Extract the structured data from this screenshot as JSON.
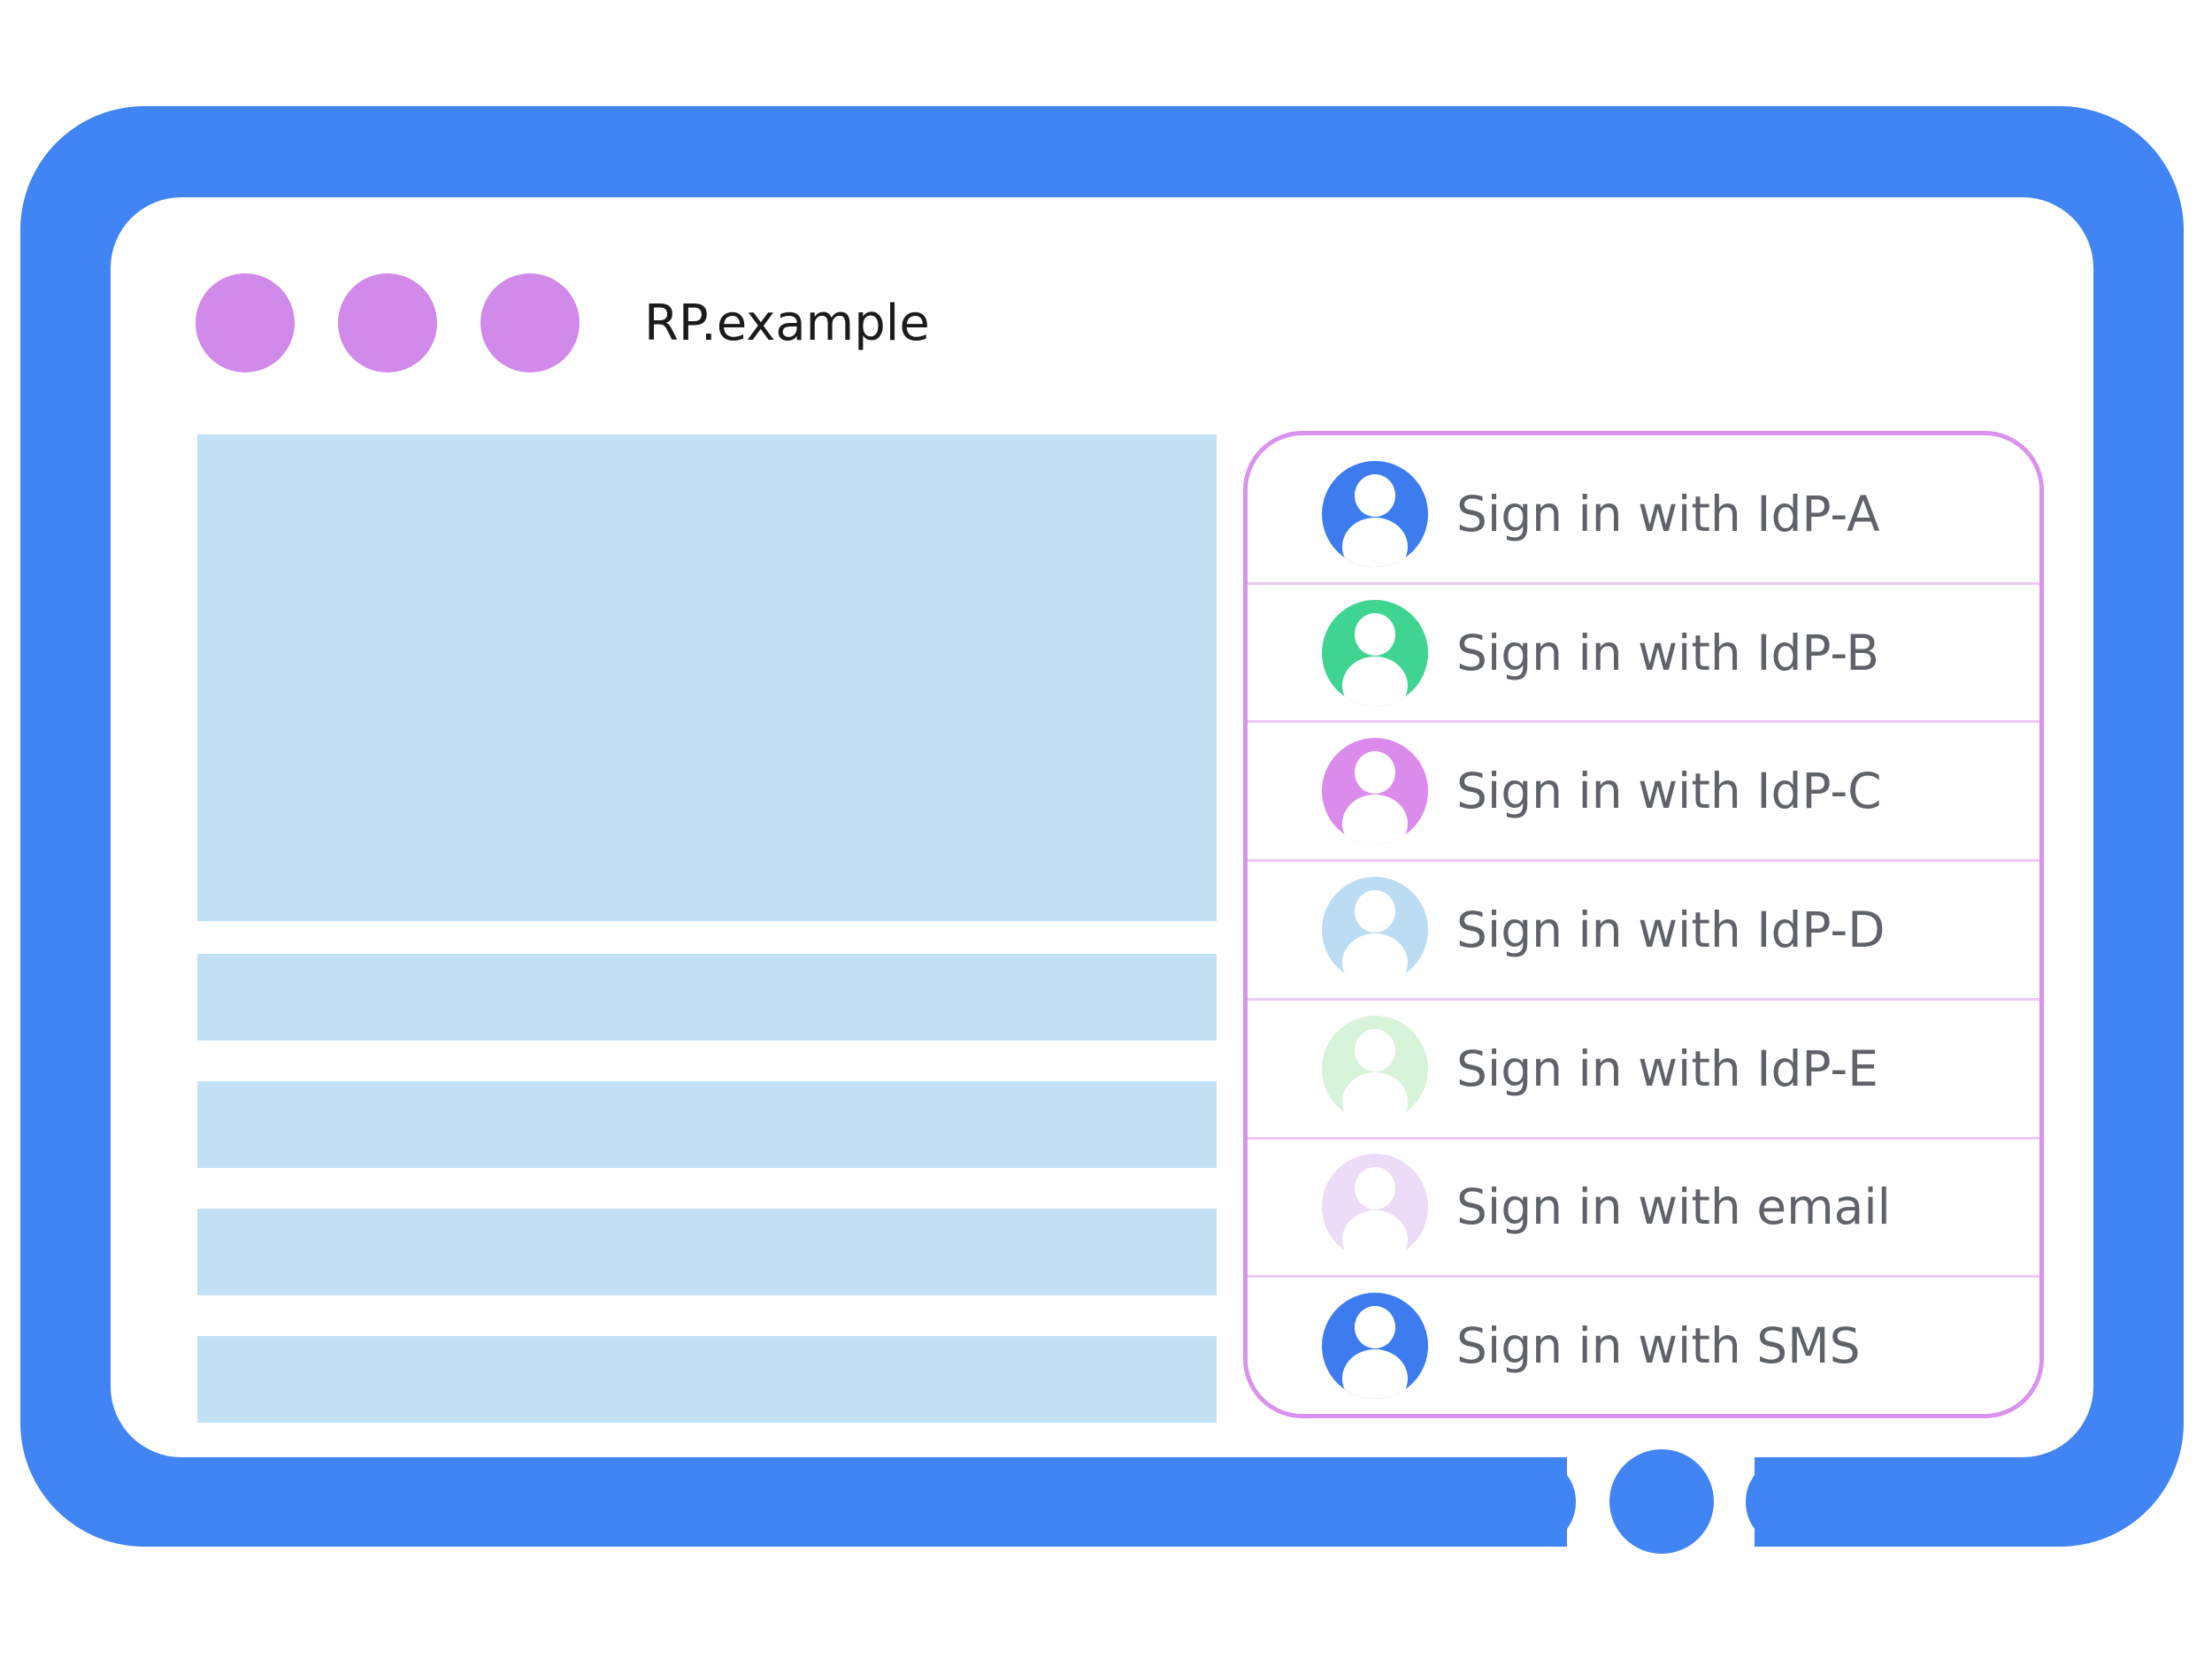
{
  "colors": {
    "frame_blue": "#4184F3",
    "screen_white": "#FFFFFF",
    "placeholder_blue": "#C2E1F5",
    "window_dot_purple": "#D189EA",
    "panel_border_purple": "#DA92EE",
    "panel_divider_purple": "#EFC9F6",
    "label_gray": "#5F6368",
    "title_black": "#1B1B1B"
  },
  "window": {
    "title": "RP.example",
    "dot_count": 3
  },
  "content_placeholders": {
    "hero_block_count": 1,
    "text_bar_count": 4
  },
  "signin_panel": {
    "options": [
      {
        "id": "idp-a",
        "label": "Sign in with IdP-A",
        "avatar_color": "#3C7CEF",
        "icon": "person-icon"
      },
      {
        "id": "idp-b",
        "label": "Sign in with IdP-B",
        "avatar_color": "#40D492",
        "icon": "person-icon"
      },
      {
        "id": "idp-c",
        "label": "Sign in with IdP-C",
        "avatar_color": "#DA8BEC",
        "icon": "person-icon"
      },
      {
        "id": "idp-d",
        "label": "Sign in with IdP-D",
        "avatar_color": "#BCDCF4",
        "icon": "person-icon"
      },
      {
        "id": "idp-e",
        "label": "Sign in with IdP-E",
        "avatar_color": "#D7F3D9",
        "icon": "person-icon"
      },
      {
        "id": "email",
        "label": "Sign in with email",
        "avatar_color": "#ECDCF7",
        "icon": "person-icon"
      },
      {
        "id": "sms",
        "label": "Sign in with SMS",
        "avatar_color": "#3C7CEF",
        "icon": "person-icon"
      }
    ]
  },
  "home_button": {
    "icon": "home-button-circle"
  }
}
